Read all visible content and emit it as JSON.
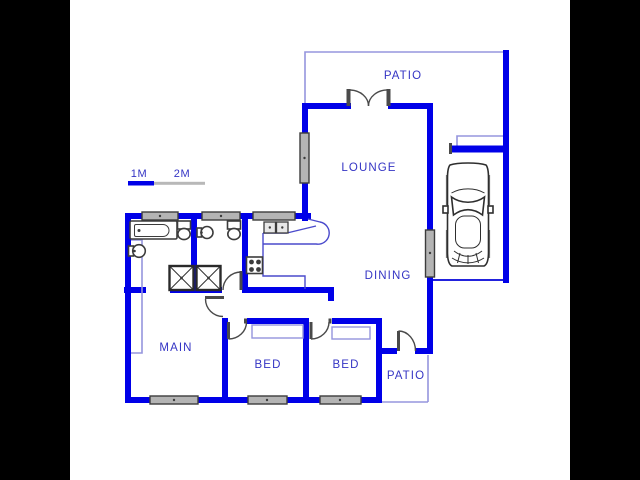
{
  "floor_plan": {
    "title": "house floor plan",
    "rooms": [
      {
        "name": "patio-top",
        "label": "PATIO"
      },
      {
        "name": "lounge",
        "label": "LOUNGE"
      },
      {
        "name": "dining",
        "label": "DINING"
      },
      {
        "name": "main-bedroom",
        "label": "MAIN"
      },
      {
        "name": "bedroom-1",
        "label": "BED"
      },
      {
        "name": "bedroom-2",
        "label": "BED"
      },
      {
        "name": "patio-bottom",
        "label": "PATIO"
      }
    ],
    "scale_bar": {
      "label_1m": "1M",
      "label_2m": "2M"
    },
    "fixtures": [
      "bathtub",
      "toilet",
      "toilet",
      "basin",
      "basin",
      "wardrobe",
      "wardrobe",
      "stove",
      "kitchen-sink",
      "car"
    ],
    "colors": {
      "background": "#000000",
      "sheet": "#ffffff",
      "wall": "#0000e8",
      "label_text": "#3434c4",
      "thin_line": "#9595dd",
      "counter_line": "#4a4acc",
      "window_fill": "#b4b4b4",
      "fixture_outline": "#3c3c3c",
      "scale_gray": "#b8b8b8"
    }
  }
}
